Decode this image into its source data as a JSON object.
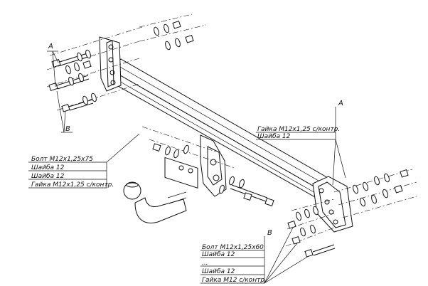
{
  "left_callout": {
    "lines": [
      "Болт M12x1,25x75",
      "Шайба 12",
      "Шайба 12",
      "Гайка M12x1,25 с/контр."
    ]
  },
  "right_top_callout": {
    "lines": [
      "Гайка M12x1,25 с/контр.",
      "Шайба 12"
    ]
  },
  "bottom_callout": {
    "lines": [
      "Болт M12x1,25x60",
      "Шайба 12",
      "...",
      "Шайба 12",
      "Гайка M12 с/контр."
    ]
  },
  "ref_letters": {
    "a_left": "A",
    "b_left": "B",
    "a_right": "A",
    "b_bottom": "B"
  }
}
